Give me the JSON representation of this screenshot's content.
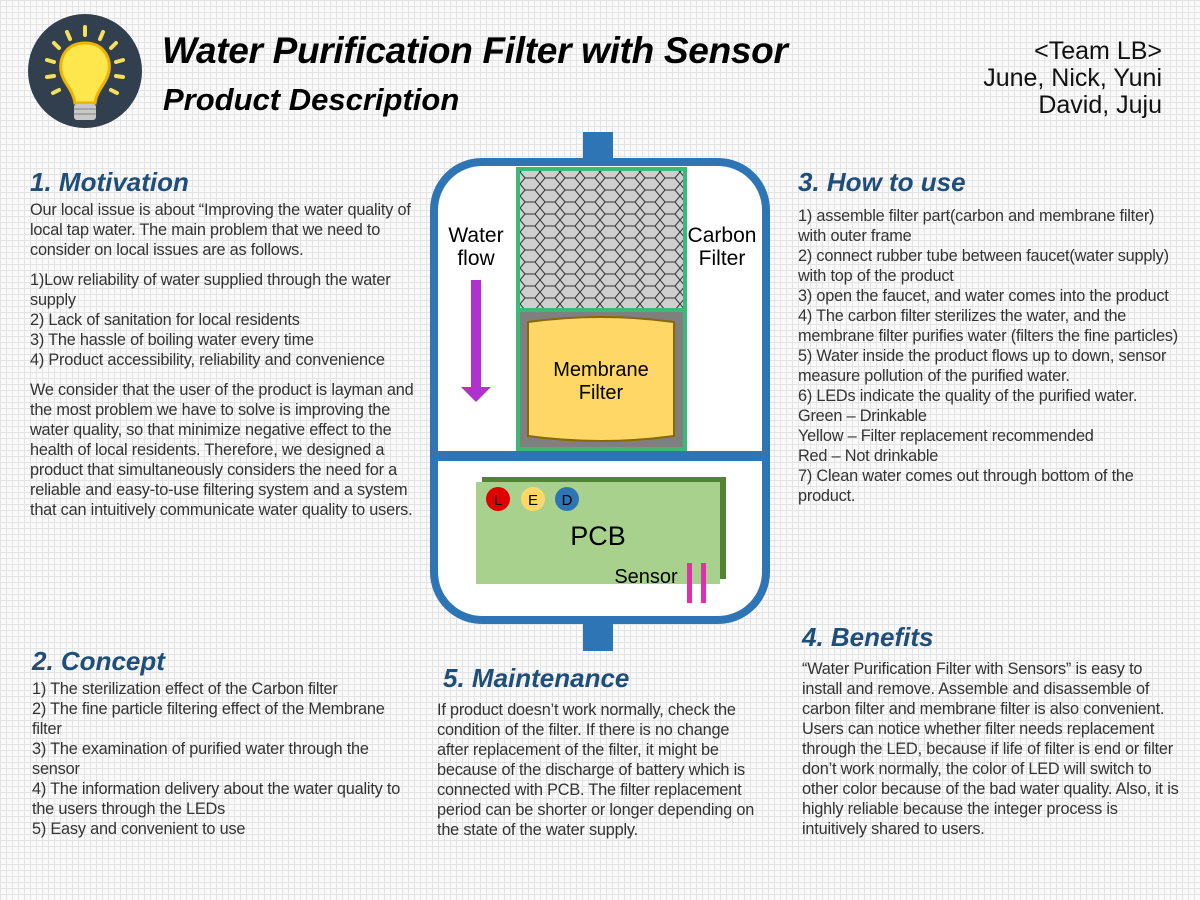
{
  "header": {
    "title": "Water Purification Filter with Sensor",
    "subtitle": "Product Description",
    "team_label": "<Team LB>",
    "members_line1": "June, Nick, Yuni",
    "members_line2": "David, Juju"
  },
  "motivation": {
    "heading": "1. Motivation",
    "intro": "Our local issue is about “Improving the water quality of local tap water. The main problem that we need to consider on local issues are as follows.",
    "items": [
      "1)Low reliability of water supplied through the water supply",
      "2) Lack of sanitation for local residents",
      "3) The hassle of boiling water every time",
      "4) Product accessibility, reliability and convenience"
    ],
    "conclusion": "We consider that the user of the product is layman and the most problem we have to solve is improving the water quality, so that minimize negative effect to the health of local residents. Therefore, we designed a product that simultaneously considers the need for a reliable and easy-to-use filtering system and a system that can intuitively communicate water quality to users."
  },
  "concept": {
    "heading": "2. Concept",
    "items": [
      "1) The sterilization effect of the Carbon filter",
      "2) The fine particle filtering effect of the Membrane filter",
      "3) The examination of purified water through the sensor",
      "4) The information delivery about the water quality to the users through the LEDs",
      "5) Easy and convenient to use"
    ]
  },
  "how_to_use": {
    "heading": "3. How to use",
    "items": [
      "1) assemble filter part(carbon and membrane filter) with outer frame",
      "2) connect rubber tube between faucet(water supply) with top of the product",
      "3) open the faucet, and water comes into the product",
      "4) The carbon filter sterilizes the water, and the membrane filter purifies water (filters the fine particles)",
      "5) Water inside the product flows up to down, sensor measure pollution of the purified water.",
      "6) LEDs indicate the quality of the purified water.",
      "Green – Drinkable",
      "Yellow – Filter replacement recommended",
      "Red – Not drinkable",
      "7) Clean water comes out through bottom of the product."
    ]
  },
  "benefits": {
    "heading": "4. Benefits",
    "text": "“Water Purification Filter with Sensors” is easy to install and remove. Assemble and disassemble of carbon filter and membrane filter is also convenient. Users can notice whether filter needs replacement through the LED, because if life of filter is end or filter don’t work normally, the color of LED will switch to other color because of the bad water quality. Also, it is highly reliable because the integer process is intuitively shared to users."
  },
  "maintenance": {
    "heading": "5. Maintenance",
    "text": "If product doesn’t work normally, check the condition of the filter. If there is no change after replacement of the filter, it might be because of the discharge of battery which is connected with PCB. The filter replacement period can be shorter or longer depending on the state of the water supply."
  },
  "diagram": {
    "water_flow_1": "Water",
    "water_flow_2": "flow",
    "carbon_1": "Carbon",
    "carbon_2": "Filter",
    "membrane_1": "Membrane",
    "membrane_2": "Filter",
    "pcb": "PCB",
    "sensor": "Sensor",
    "led_l": "L",
    "led_e": "E",
    "led_d": "D"
  },
  "colors": {
    "heading": "#1f4e79",
    "frame": "#2e75b6",
    "arrow": "#b030d0",
    "pcb": "#a9d18e",
    "sensor": "#e030b0"
  }
}
